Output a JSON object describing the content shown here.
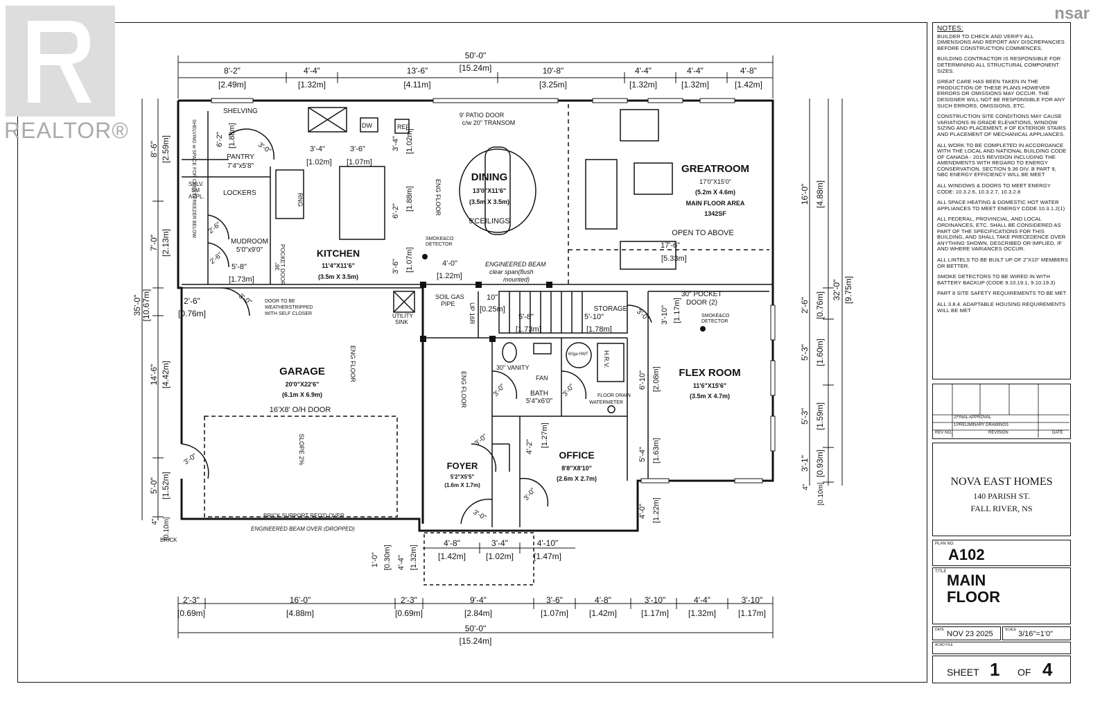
{
  "watermark": {
    "brand": "REALTOR®",
    "corner_logo": "nsar"
  },
  "plan": {
    "overall_top": "50'-0\"",
    "overall_top_m": "[15.24m]",
    "overall_bottom": "50'-0\"",
    "overall_bottom_m": "[15.24m]",
    "top_dims": [
      {
        "ft": "8'-2\"",
        "m": "[2.49m]"
      },
      {
        "ft": "4'-4\"",
        "m": "[1.32m]"
      },
      {
        "ft": "13'-6\"",
        "m": "[4.11m]"
      },
      {
        "ft": "10'-8\"",
        "m": "[3.25m]"
      },
      {
        "ft": "4'-4\"",
        "m": "[1.32m]"
      },
      {
        "ft": "4'-4\"",
        "m": "[1.32m]"
      },
      {
        "ft": "4'-8\"",
        "m": "[1.42m]"
      }
    ],
    "bottom_dims": [
      {
        "ft": "2'-3\"",
        "m": "[0.69m]"
      },
      {
        "ft": "16'-0\"",
        "m": "[4.88m]"
      },
      {
        "ft": "2'-3\"",
        "m": "[0.69m]"
      },
      {
        "ft": "9'-4\"",
        "m": "[2.84m]"
      },
      {
        "ft": "3'-6\"",
        "m": "[1.07m]"
      },
      {
        "ft": "4'-8\"",
        "m": "[1.42m]"
      },
      {
        "ft": "3'-10\"",
        "m": "[1.17m]"
      },
      {
        "ft": "4'-4\"",
        "m": "[1.32m]"
      },
      {
        "ft": "3'-10\"",
        "m": "[1.17m]"
      }
    ],
    "porch_dims": [
      {
        "ft": "4'-8\"",
        "m": "[1.42m]"
      },
      {
        "ft": "3'-4\"",
        "m": "[1.02m]"
      },
      {
        "ft": "4'-10\"",
        "m": "[1.47m]"
      }
    ],
    "left_dims": [
      {
        "ft": "8'-6\"",
        "m": "[2.59m]"
      },
      {
        "ft": "7'-0\"",
        "m": "[2.13m]"
      },
      {
        "ft": "2'-6\"",
        "m": "[0.76m]"
      },
      {
        "ft": "14'-6\"",
        "m": "[4.42m]"
      },
      {
        "ft": "5'-0\"",
        "m": "[1.52m]"
      },
      {
        "ft": "4\"",
        "m": "[0.10m]"
      }
    ],
    "left_overall": {
      "ft": "35'-0\"",
      "m": "[10.67m]"
    },
    "right_dims": [
      {
        "ft": "16'-0\"",
        "m": "[4.88m]"
      },
      {
        "ft": "2'-6\"",
        "m": "[0.76m]"
      },
      {
        "ft": "5'-3\"",
        "m": "[1.60m]"
      },
      {
        "ft": "5'-3\"",
        "m": "[1.59m]"
      },
      {
        "ft": "3'-1\"",
        "m": "[0.93m]"
      },
      {
        "ft": "4\"",
        "m": "[0.10m]"
      }
    ],
    "right_overall": {
      "ft": "32'-0\"",
      "m": "[9.75m]"
    },
    "rooms": {
      "greatroom": {
        "name": "GREATROOM",
        "size": "17'0\"X15'0\"",
        "metric": "(5.2m X 4.6m)",
        "area_label": "MAIN FLOOR AREA",
        "area": "1342SF",
        "note": "OPEN TO ABOVE"
      },
      "dining": {
        "name": "DINING",
        "size": "13'0\"X11'6\"",
        "metric": "(3.5m X 3.5m)",
        "ceiling": "9'CEILINGS"
      },
      "kitchen": {
        "name": "KITCHEN",
        "size": "11'4\"X11'6\"",
        "metric": "(3.5m X 3.5m)"
      },
      "pantry": {
        "name": "PANTRY",
        "size": "7'4\"x5'8\""
      },
      "mudroom": {
        "name": "MUDROOM",
        "size": "5'0\"x9'0\""
      },
      "garage": {
        "name": "GARAGE",
        "size": "20'0\"X22'6\"",
        "metric": "(6.1m X 6.9m)"
      },
      "flex": {
        "name": "FLEX ROOM",
        "size": "11'6\"X15'6\"",
        "metric": "(3.5m X 4.7m)"
      },
      "office": {
        "name": "OFFICE",
        "size": "8'8\"X8'10\"",
        "metric": "(2.6m X 2.7m)"
      },
      "foyer": {
        "name": "FOYER",
        "size": "5'2\"X5'5\"",
        "metric": "(1.6m X 1.7m)"
      },
      "bath": {
        "name": "BATH",
        "size": "5'4\"x6'0\""
      },
      "storage": {
        "name": "STORAGE"
      }
    },
    "labels": {
      "patio": "9' PATIO DOOR",
      "transom": "c/w 20\" TRANSOM",
      "shelving": "SHELVING",
      "shelving_v": "SHELVING w SPACE FOR CHEST FREEZER BELOW",
      "lockers": "LOCKERS",
      "shlv": "SHLV.",
      "sm": "SM",
      "appl": "APPL.",
      "dw": "DW",
      "ref": "REF",
      "rng": "RNG",
      "pocket_door": "POCKET DOOR",
      "pocket_36": "36\"",
      "smoke1": "SMOKE&CO",
      "smoke1b": "DETECTOR",
      "smoke2": "SMOKE&CO",
      "smoke2b": "DETECTOR",
      "eng_floor": "ENG FLOOR",
      "beam1": "ENGINEERED BEAM",
      "beam2": "clear span(flush",
      "beam3": "mounted)",
      "soil1": "SOIL GAS",
      "soil2": "PIPE",
      "utility1": "UTILITY",
      "utility2": "SINK",
      "door_ws1": "DOOR TO BE",
      "door_ws2": "WEATHERSTRIPPED",
      "door_ws3": "WITH SELF CLOSER",
      "up": "UP 16R",
      "pocket2a": "30\" POCKET",
      "pocket2b": "DOOR (2)",
      "vanity": "30\" VANITY",
      "fan": "FAN",
      "hwt": "60ga HWT",
      "hrv": "H.R.V.",
      "floor_drain": "FLOOR DRAIN",
      "watermeter": "WATERMETER",
      "oh_door": "16'X8' O/H DOOR",
      "slope": "SLOPE 2%",
      "brick_support": "BRICK SUPPORT REQ'D OVER",
      "beam_dropped": "ENGINEERED BEAM OVER (DROPPED)",
      "brick": "BRICK",
      "d_30_a": "3'-0\"",
      "d_30_b": "3'-0\"",
      "d_30_c": "3'-0\"",
      "d_30_d": "3'-0\"",
      "d_30_e": "3'-0\"",
      "d_30_f": "3'-0\"",
      "d_30_g": "3'-0\"",
      "d_30_h": "3'-0\"",
      "d_30_i": "3'-0\"",
      "d_26_a": "2'-6\"",
      "d_26_b": "2'-6\"",
      "k34": "3'-4\"",
      "k34m": "[1.02m]",
      "k36": "3'-6\"",
      "k36m": "[1.07m]",
      "k34v": "3'-4\"",
      "k34vm": "[1.02m]",
      "k62": "6'-2\"",
      "k62m": "[1.88m]",
      "k36v": "3'-6\"",
      "k36vm": "[1.07m]",
      "p62": "6'-2\"",
      "p62m": "[1.88m]",
      "m58": "5'-8\"",
      "m58m": "[1.73m]",
      "b40": "4'-0\"",
      "b40m": "[1.22m]",
      "s10": "10\"",
      "s10m": "[0.25m]",
      "s58": "5'-8\"",
      "s58m": "[1.73m]",
      "s510": "5'-10\"",
      "s510m": "[1.78m]",
      "g176": "17'-6\"",
      "g176m": "[5.33m]",
      "f310": "3'-10\"",
      "f310m": "[1.17m]",
      "f610": "6'-10\"",
      "f610m": "[2.08m]",
      "f54": "5'-4\"",
      "f54m": "[1.63m]",
      "f40": "4'-0\"",
      "f40m": "[1.22m]",
      "o42": "4'-2\"",
      "o42m": "[1.27m]",
      "pr10": "1'-0\"",
      "pr10m": "[0.30m]",
      "pr44": "4'-4\"",
      "pr44m": "[1.32m]"
    }
  },
  "notes": {
    "heading": "NOTES:",
    "items": [
      "BUILDER TO CHECK AND VERIFY ALL DIMENSIONS AND REPORT ANY DISCREPANCIES BEFORE CONSTRUCTION COMMENCES.",
      "BUILDING CONTRACTOR IS RESPONSIBLE FOR DETERMINING ALL STRUCTURAL COMPONENT SIZES.",
      "GREAT CARE HAS BEEN TAKEN IN THE PRODUCTION OF THESE PLANS HOWEVER ERRORS OR OMISSIONS MAY OCCUR. THE DESIGNER WILL NOT BE RESPONSIBLE FOR ANY SUCH ERRORS, OMISSIONS, ETC.",
      "CONSTRUCTION SITE CONDITIONS MAY CAUSE VARIATIONS IN GRADE ELEVATIONS, WINDOW SIZING AND PLACEMENT, # OF EXTERIOR STAIRS AND PLACEMENT OF MECHANICAL APPLIANCES.",
      "ALL WORK TO BE COMPLETED IN ACCORDANCE WITH THE LOCAL AND NATIONAL BUILDING CODE OF CANADA - 2015 REVISION INCLUDING THE AMENDMENTS WITH REGARD TO ENERGY CONSERVATION. SECTION 9.36 DIV. B PART 9, NBC ENERGY EFFICIENCY WILL BE MEET",
      "ALL WINDOWS & DOORS TO MEET ENERGY CODE: 10.3.2.6, 10.3.2.7, 10.3.2.8",
      "ALL SPACE HEATING & DOMESTIC HOT WATER APPLIANCES TO MEET ENERGY CODE 10.3.1.2(1)",
      "ALL FEDERAL, PROVINCIAL, AND LOCAL ORDINANCES, ETC. SHALL BE CONSIDERED AS PART OF THE SPECIFICATIONS FOR THIS BUILDING, AND SHALL TAKE PRECEDENCE OVER ANYTHING SHOWN, DESCRIBED OR IMPLIED, IF AND WHERE VARIANCES OCCUR.",
      "ALL LINTELS TO BE BUILT UP OF 2\"X10\" MEMBERS OR BETTER.",
      "SMOKE DETECTORS TO BE WIRED IN WITH BATTERY BACKUP (CODE 9.10.19.1, 9.10.19.3)",
      "PART 8 SITE SAFETY REQUIREMENTS TO BE MET",
      "ALL 3.8.4. ADAPTABLE HOUSING REQUIREMENTS WILL BE MET"
    ]
  },
  "revisions": {
    "rows": [
      {
        "no": "2",
        "desc": "FINAL APPROVAL",
        "date": ""
      },
      {
        "no": "1",
        "desc": "PRELIMINARY DRAWINGS",
        "date": ""
      }
    ],
    "headers": {
      "no": "REV NO.",
      "desc": "REVISION",
      "date": "DATE"
    }
  },
  "company": {
    "name": "NOVA EAST HOMES",
    "address1": "140 PARISH ST.",
    "address2": "FALL RIVER, NS"
  },
  "title_block": {
    "plan_no_label": "PLAN NO.",
    "plan_no": "A102",
    "title_label": "TITLE",
    "title_line1": "MAIN",
    "title_line2": "FLOOR",
    "date_label": "DATE",
    "date": "NOV 23 2025",
    "scale_label": "SCALE",
    "scale": "3/16\"=1'0\"",
    "acad_label": "ACAD FILE",
    "sheet_label": "SHEET",
    "sheet_no": "1",
    "of_label": "OF",
    "sheet_total": "4"
  }
}
